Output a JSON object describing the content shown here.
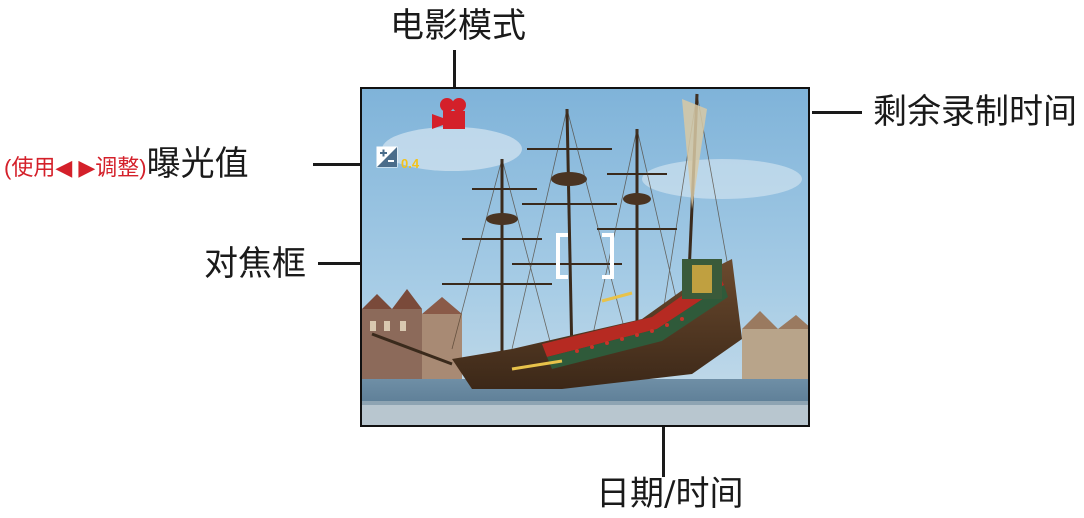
{
  "labels": {
    "movie_mode": "电影模式",
    "remaining_time": "剩余录制时间",
    "exposure_hint": "(使用◀ ▶调整)",
    "exposure_value": "曝光值",
    "focus_frame": "对焦框",
    "date_time": "日期/时间"
  },
  "screen": {
    "ev_display": "0.4"
  },
  "icons": {
    "movie": "movie-camera-icon",
    "ev": "exposure-compensation-icon",
    "focus": "focus-bracket-icon"
  },
  "colors": {
    "accent_red": "#d4202a",
    "ev_yellow": "#f2c21b",
    "line": "#1a1a1a"
  }
}
